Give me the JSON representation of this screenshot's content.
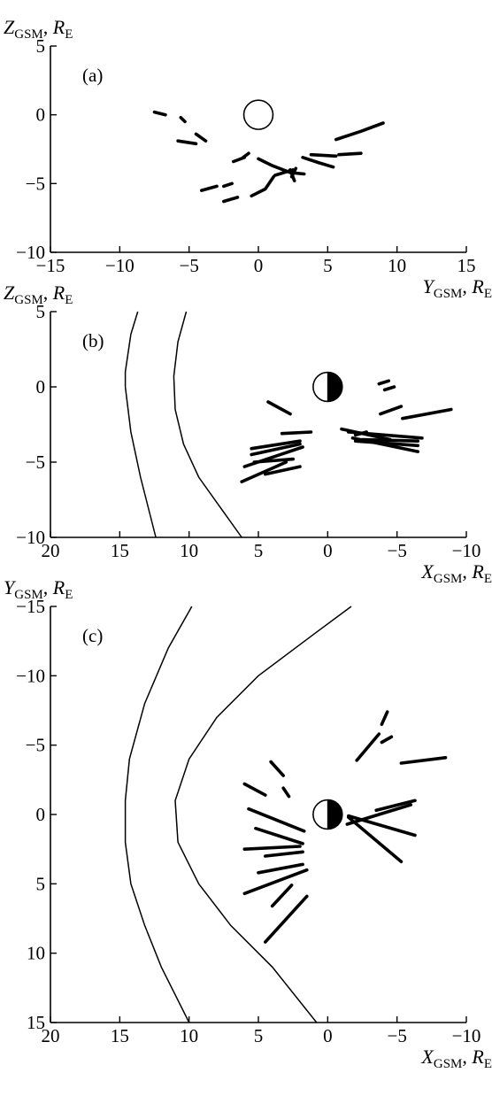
{
  "chart_data": [
    {
      "type": "line",
      "panel_label": "(a)",
      "xlabel": "Y",
      "xlabel_sub": "GSM",
      "xlabel_unit": "R",
      "xlabel_unit_sub": "E",
      "ylabel": "Z",
      "ylabel_sub": "GSM",
      "ylabel_unit": "R",
      "ylabel_unit_sub": "E",
      "xlim": [
        -15,
        15
      ],
      "ylim": [
        -10,
        5
      ],
      "x_ticks": [
        -15,
        -10,
        -5,
        0,
        5,
        10,
        15
      ],
      "x_tick_labels": [
        "−15",
        "−10",
        "−5",
        "0",
        "5",
        "10",
        "15"
      ],
      "y_ticks": [
        5,
        0,
        -5,
        -10
      ],
      "y_tick_labels": [
        "5",
        "0",
        "−5",
        "−10"
      ],
      "earth": {
        "x": 0,
        "y": 0,
        "r": 1,
        "style": "open"
      },
      "segments": [
        [
          [
            -7.5,
            0.2
          ],
          [
            -6.7,
            0.0
          ]
        ],
        [
          [
            -5.6,
            -0.2
          ],
          [
            -5.3,
            -0.5
          ]
        ],
        [
          [
            -5.8,
            -1.9
          ],
          [
            -4.5,
            -2.1
          ]
        ],
        [
          [
            -4.5,
            -1.4
          ],
          [
            -3.8,
            -1.9
          ]
        ],
        [
          [
            -1.8,
            -3.4
          ],
          [
            -1.0,
            -3.1
          ]
        ],
        [
          [
            -1.1,
            -3.1
          ],
          [
            -0.7,
            -2.8
          ]
        ],
        [
          [
            -4.1,
            -5.5
          ],
          [
            -3.0,
            -5.2
          ]
        ],
        [
          [
            -2.5,
            -5.2
          ],
          [
            -1.9,
            -5.0
          ]
        ],
        [
          [
            -2.5,
            -6.3
          ],
          [
            -1.5,
            -6.0
          ]
        ],
        [
          [
            -0.5,
            -5.9
          ],
          [
            0.5,
            -5.4
          ],
          [
            1.1,
            -4.5
          ]
        ],
        [
          [
            0.0,
            -3.2
          ],
          [
            1.0,
            -3.7
          ],
          [
            2.3,
            -4.2
          ],
          [
            3.3,
            -4.3
          ]
        ],
        [
          [
            1.2,
            -4.4
          ],
          [
            2.5,
            -4.0
          ]
        ],
        [
          [
            2.3,
            -4.0
          ],
          [
            2.6,
            -4.8
          ]
        ],
        [
          [
            2.7,
            -3.9
          ],
          [
            2.4,
            -4.5
          ]
        ],
        [
          [
            3.2,
            -3.1
          ],
          [
            4.4,
            -3.5
          ],
          [
            5.4,
            -3.8
          ]
        ],
        [
          [
            3.8,
            -2.9
          ],
          [
            5.6,
            -3.0
          ]
        ],
        [
          [
            5.8,
            -2.9
          ],
          [
            7.4,
            -2.8
          ]
        ],
        [
          [
            5.6,
            -1.8
          ],
          [
            7.4,
            -1.2
          ],
          [
            9.0,
            -0.6
          ]
        ]
      ]
    },
    {
      "type": "line",
      "panel_label": "(b)",
      "xlabel": "X",
      "xlabel_sub": "GSM",
      "xlabel_unit": "R",
      "xlabel_unit_sub": "E",
      "ylabel": "Z",
      "ylabel_sub": "GSM",
      "ylabel_unit": "R",
      "ylabel_unit_sub": "E",
      "xlim": [
        20,
        -10
      ],
      "ylim": [
        -10,
        5
      ],
      "x_ticks": [
        20,
        15,
        10,
        5,
        0,
        -5,
        -10
      ],
      "x_tick_labels": [
        "20",
        "15",
        "10",
        "5",
        "0",
        "−5",
        "−10"
      ],
      "y_ticks": [
        5,
        0,
        -5,
        -10
      ],
      "y_tick_labels": [
        "5",
        "0",
        "−5",
        "−10"
      ],
      "earth": {
        "x": 0,
        "y": 0,
        "r": 1,
        "style": "half"
      },
      "boundaries": [
        [
          [
            13.7,
            5.0
          ],
          [
            14.2,
            3.5
          ],
          [
            14.6,
            1.0
          ],
          [
            14.6,
            0.0
          ],
          [
            14.2,
            -3.0
          ],
          [
            13.5,
            -6.0
          ],
          [
            12.4,
            -10.0
          ]
        ],
        [
          [
            10.2,
            5.0
          ],
          [
            10.8,
            3.0
          ],
          [
            11.1,
            0.7
          ],
          [
            11.0,
            -1.5
          ],
          [
            10.4,
            -3.8
          ],
          [
            9.3,
            -6.0
          ],
          [
            7.6,
            -8.2
          ],
          [
            6.2,
            -10.0
          ]
        ]
      ],
      "segments": [
        [
          [
            4.3,
            -1.0
          ],
          [
            2.7,
            -1.8
          ]
        ],
        [
          [
            3.3,
            -3.1
          ],
          [
            1.2,
            -3.0
          ]
        ],
        [
          [
            5.5,
            -4.1
          ],
          [
            2.0,
            -3.6
          ]
        ],
        [
          [
            5.5,
            -4.5
          ],
          [
            2.0,
            -3.8
          ]
        ],
        [
          [
            6.0,
            -5.3
          ],
          [
            1.8,
            -4.0
          ]
        ],
        [
          [
            5.3,
            -5.0
          ],
          [
            2.5,
            -4.8
          ]
        ],
        [
          [
            6.2,
            -6.3
          ],
          [
            3.0,
            -5.0
          ]
        ],
        [
          [
            4.5,
            -5.8
          ],
          [
            2.0,
            -5.3
          ]
        ],
        [
          [
            -1.8,
            -3.4
          ],
          [
            -6.5,
            -4.3
          ]
        ],
        [
          [
            -2.0,
            -3.6
          ],
          [
            -6.5,
            -3.9
          ]
        ],
        [
          [
            -1.5,
            -3.0
          ],
          [
            -6.8,
            -3.4
          ]
        ],
        [
          [
            -2.5,
            -3.5
          ],
          [
            -6.5,
            -3.6
          ]
        ],
        [
          [
            -1.0,
            -2.8
          ],
          [
            -4.5,
            -3.5
          ]
        ],
        [
          [
            -3.8,
            -1.8
          ],
          [
            -5.3,
            -1.3
          ]
        ],
        [
          [
            -5.4,
            -2.1
          ],
          [
            -8.9,
            -1.5
          ]
        ],
        [
          [
            -3.7,
            0.2
          ],
          [
            -4.4,
            0.4
          ]
        ],
        [
          [
            -4.1,
            -0.2
          ],
          [
            -4.8,
            0.0
          ]
        ],
        [
          [
            -2.0,
            -3.2
          ],
          [
            -2.8,
            -3.0
          ]
        ]
      ]
    },
    {
      "type": "line",
      "panel_label": "(c)",
      "xlabel": "X",
      "xlabel_sub": "GSM",
      "xlabel_unit": "R",
      "xlabel_unit_sub": "E",
      "ylabel": "Y",
      "ylabel_sub": "GSM",
      "ylabel_unit": "R",
      "ylabel_unit_sub": "E",
      "xlim": [
        20,
        -10
      ],
      "ylim": [
        15,
        -15
      ],
      "x_ticks": [
        20,
        15,
        10,
        5,
        0,
        -5,
        -10
      ],
      "x_tick_labels": [
        "20",
        "15",
        "10",
        "5",
        "0",
        "−5",
        "−10"
      ],
      "y_ticks": [
        -15,
        -10,
        -5,
        0,
        5,
        10,
        15
      ],
      "y_tick_labels": [
        "−15",
        "−10",
        "−5",
        "0",
        "5",
        "10",
        "15"
      ],
      "earth": {
        "x": 0,
        "y": 0,
        "r": 1,
        "style": "half"
      },
      "boundaries": [
        [
          [
            9.8,
            -15.0
          ],
          [
            11.5,
            -12.0
          ],
          [
            13.2,
            -8.0
          ],
          [
            14.3,
            -4.0
          ],
          [
            14.6,
            -1.0
          ],
          [
            14.6,
            2.0
          ],
          [
            14.2,
            5.0
          ],
          [
            13.2,
            8.0
          ],
          [
            12.0,
            11.0
          ],
          [
            10.0,
            15.0
          ]
        ],
        [
          [
            -1.7,
            -15.0
          ],
          [
            1.0,
            -13.0
          ],
          [
            5.0,
            -10.0
          ],
          [
            8.0,
            -7.0
          ],
          [
            10.0,
            -4.0
          ],
          [
            11.0,
            -1.0
          ],
          [
            10.8,
            2.0
          ],
          [
            9.3,
            5.0
          ],
          [
            7.0,
            8.0
          ],
          [
            4.0,
            11.0
          ],
          [
            0.8,
            15.0
          ]
        ]
      ],
      "segments": [
        [
          [
            6.0,
            -2.2
          ],
          [
            4.5,
            -1.4
          ]
        ],
        [
          [
            4.1,
            -3.8
          ],
          [
            3.2,
            -2.8
          ]
        ],
        [
          [
            3.2,
            -1.9
          ],
          [
            2.8,
            -1.3
          ]
        ],
        [
          [
            5.7,
            -0.4
          ],
          [
            1.7,
            1.2
          ]
        ],
        [
          [
            5.2,
            1.0
          ],
          [
            1.8,
            2.1
          ]
        ],
        [
          [
            6.0,
            2.5
          ],
          [
            2.0,
            2.3
          ]
        ],
        [
          [
            4.5,
            3.0
          ],
          [
            1.8,
            2.7
          ]
        ],
        [
          [
            5.0,
            4.2
          ],
          [
            1.8,
            3.6
          ]
        ],
        [
          [
            6.0,
            5.7
          ],
          [
            1.5,
            4.0
          ]
        ],
        [
          [
            4.0,
            6.6
          ],
          [
            2.6,
            5.1
          ]
        ],
        [
          [
            4.5,
            9.2
          ],
          [
            1.5,
            5.9
          ]
        ],
        [
          [
            -1.4,
            0.7
          ],
          [
            -6.0,
            -0.7
          ]
        ],
        [
          [
            -1.5,
            0.2
          ],
          [
            -5.3,
            3.4
          ]
        ],
        [
          [
            -1.5,
            0.1
          ],
          [
            -6.3,
            1.5
          ]
        ],
        [
          [
            -3.5,
            -0.3
          ],
          [
            -6.3,
            -1.0
          ]
        ],
        [
          [
            -5.3,
            -3.7
          ],
          [
            -8.5,
            -4.1
          ]
        ],
        [
          [
            -2.1,
            -3.9
          ],
          [
            -3.7,
            -5.8
          ]
        ],
        [
          [
            -3.9,
            -5.2
          ],
          [
            -4.6,
            -5.6
          ]
        ],
        [
          [
            -3.9,
            -6.5
          ],
          [
            -4.3,
            -7.4
          ]
        ]
      ]
    }
  ]
}
